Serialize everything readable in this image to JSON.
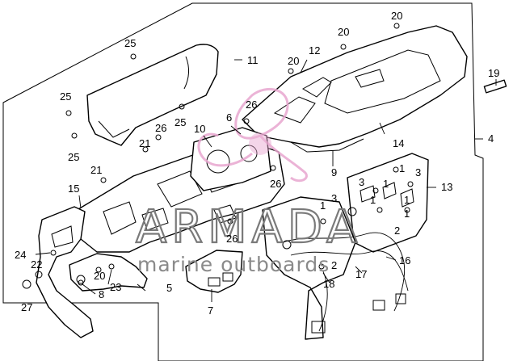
{
  "diagram": {
    "callouts": [
      "1",
      "2",
      "3",
      "4",
      "5",
      "6",
      "7",
      "8",
      "9",
      "10",
      "11",
      "12",
      "13",
      "14",
      "15",
      "16",
      "17",
      "18",
      "19",
      "20",
      "21",
      "22",
      "23",
      "24",
      "25",
      "26",
      "27"
    ]
  },
  "watermark": {
    "brand": "ARMADA",
    "tagline": "marine outboards",
    "colors": {
      "logo": "#e8a6cf",
      "text": "#7a7a7a"
    }
  }
}
